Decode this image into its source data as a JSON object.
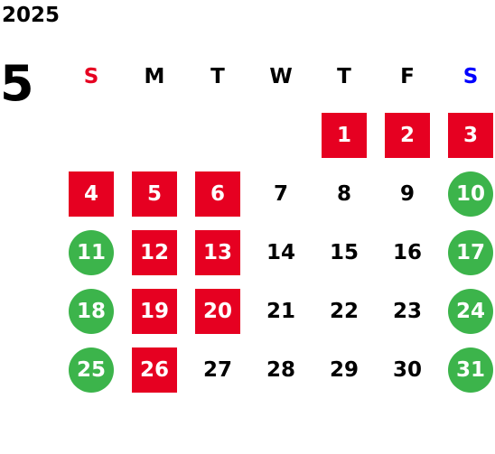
{
  "year": "2025",
  "month": "5",
  "weekdays": [
    {
      "label": "S",
      "color": "#e60021"
    },
    {
      "label": "M",
      "color": "#000000"
    },
    {
      "label": "T",
      "color": "#000000"
    },
    {
      "label": "W",
      "color": "#000000"
    },
    {
      "label": "T",
      "color": "#000000"
    },
    {
      "label": "F",
      "color": "#000000"
    },
    {
      "label": "S",
      "color": "#0000ff"
    }
  ],
  "colors": {
    "holiday_red": "#e60021",
    "closed_green": "#3cb44b"
  },
  "weeks": [
    [
      null,
      null,
      null,
      null,
      {
        "day": "1",
        "mark": "red"
      },
      {
        "day": "2",
        "mark": "red"
      },
      {
        "day": "3",
        "mark": "red"
      }
    ],
    [
      {
        "day": "4",
        "mark": "red"
      },
      {
        "day": "5",
        "mark": "red"
      },
      {
        "day": "6",
        "mark": "red"
      },
      {
        "day": "7",
        "mark": "none"
      },
      {
        "day": "8",
        "mark": "none"
      },
      {
        "day": "9",
        "mark": "none"
      },
      {
        "day": "10",
        "mark": "green"
      }
    ],
    [
      {
        "day": "11",
        "mark": "green"
      },
      {
        "day": "12",
        "mark": "red"
      },
      {
        "day": "13",
        "mark": "red"
      },
      {
        "day": "14",
        "mark": "none"
      },
      {
        "day": "15",
        "mark": "none"
      },
      {
        "day": "16",
        "mark": "none"
      },
      {
        "day": "17",
        "mark": "green"
      }
    ],
    [
      {
        "day": "18",
        "mark": "green"
      },
      {
        "day": "19",
        "mark": "red"
      },
      {
        "day": "20",
        "mark": "red"
      },
      {
        "day": "21",
        "mark": "none"
      },
      {
        "day": "22",
        "mark": "none"
      },
      {
        "day": "23",
        "mark": "none"
      },
      {
        "day": "24",
        "mark": "green"
      }
    ],
    [
      {
        "day": "25",
        "mark": "green"
      },
      {
        "day": "26",
        "mark": "red"
      },
      {
        "day": "27",
        "mark": "none"
      },
      {
        "day": "28",
        "mark": "none"
      },
      {
        "day": "29",
        "mark": "none"
      },
      {
        "day": "30",
        "mark": "none"
      },
      {
        "day": "31",
        "mark": "green"
      }
    ]
  ]
}
